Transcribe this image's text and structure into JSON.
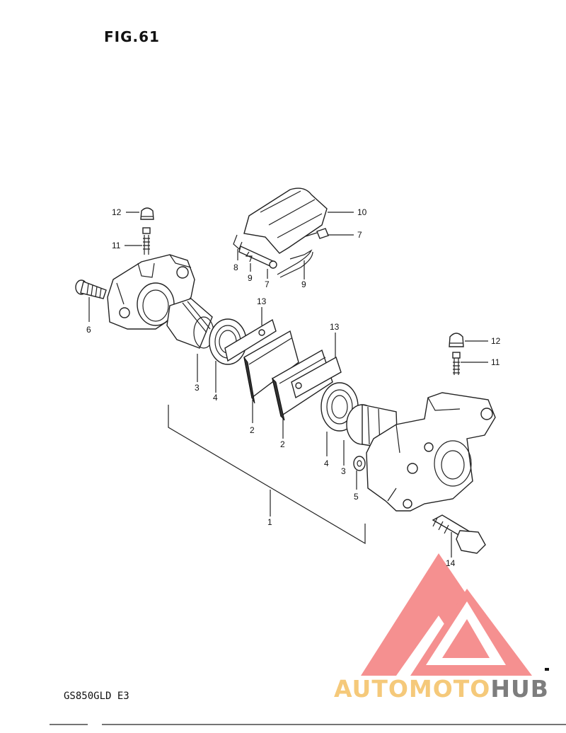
{
  "figure": {
    "title": "FIG.61"
  },
  "footer": {
    "model_code": "GS850GLD E3"
  },
  "callouts": {
    "c1": "1",
    "c2a": "2",
    "c2b": "2",
    "c3a": "3",
    "c3b": "3",
    "c4a": "4",
    "c4b": "4",
    "c5": "5",
    "c6": "6",
    "c7a": "7",
    "c7b": "7",
    "c8": "8",
    "c9a": "9",
    "c9b": "9",
    "c10": "10",
    "c11a": "11",
    "c11b": "11",
    "c12a": "12",
    "c12b": "12",
    "c13a": "13",
    "c13b": "13",
    "c14": "14"
  },
  "watermark": {
    "part1": "AUTOMOTO",
    "part2": "HUB",
    "color_red": "#f26b6b",
    "color_gold": "#f5c97a",
    "color_grey": "#7d7d7d"
  }
}
